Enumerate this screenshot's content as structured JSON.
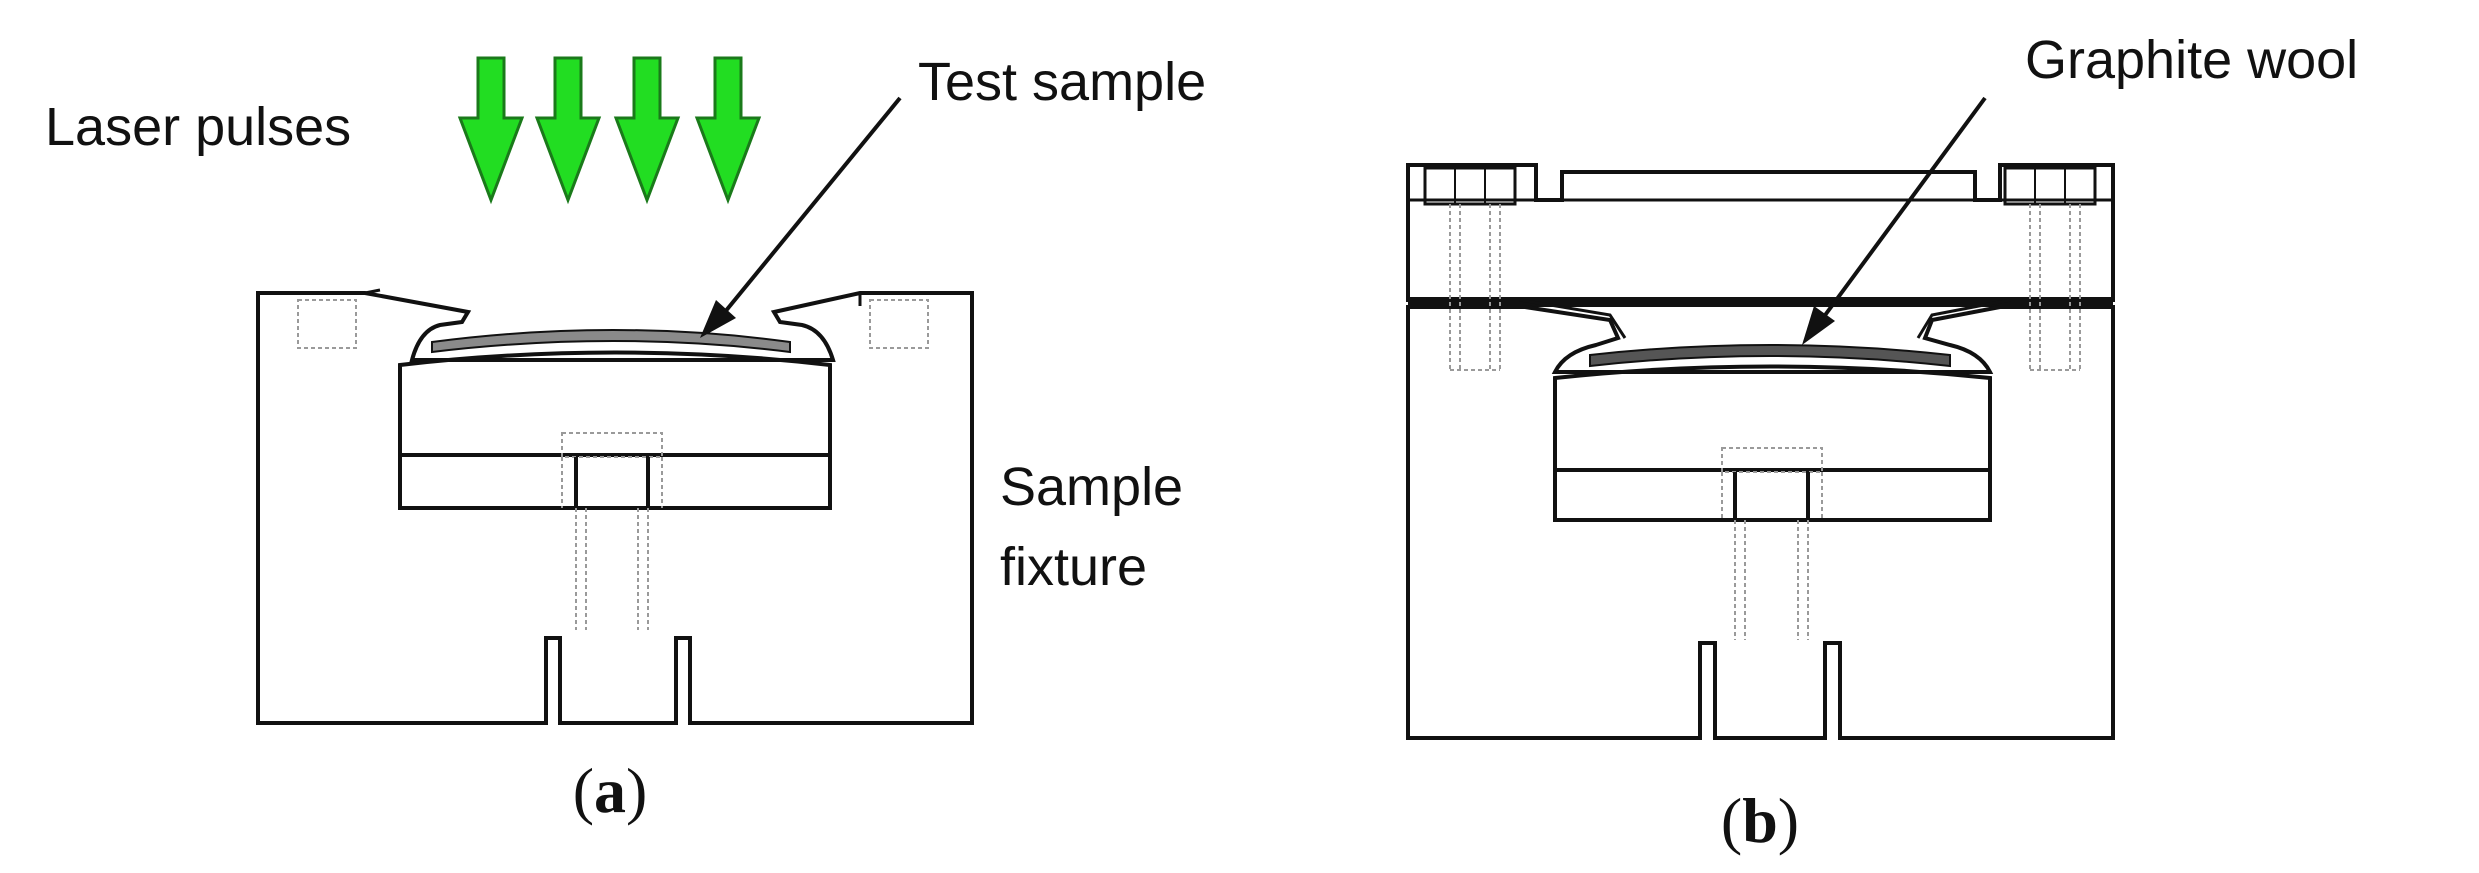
{
  "labels": {
    "laser_pulses": "Laser pulses",
    "test_sample": "Test sample",
    "sample_fixture_line1": "Sample",
    "sample_fixture_line2": "fixture",
    "graphite_wool": "Graphite wool"
  },
  "panels": {
    "a": {
      "open": "(",
      "letter": "a",
      "close": ")"
    },
    "b": {
      "open": "(",
      "letter": "b",
      "close": ")"
    }
  },
  "colors": {
    "line": "#111111",
    "arrow_fill": "#22dd22",
    "arrow_stroke": "#1a7a1a",
    "sample": "#8a8a8a",
    "hidden_line": "#9a9a9a"
  }
}
